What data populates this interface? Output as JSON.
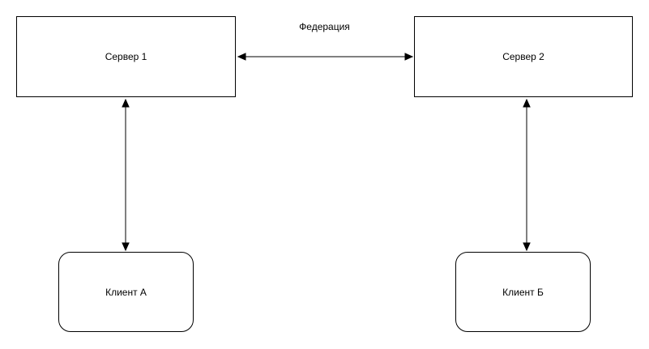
{
  "diagram": {
    "title": "",
    "nodes": {
      "server1": {
        "label": "Сервер 1",
        "shape": "rectangle"
      },
      "server2": {
        "label": "Сервер 2",
        "shape": "rectangle"
      },
      "clientA": {
        "label": "Клиент А",
        "shape": "rounded-rectangle"
      },
      "clientB": {
        "label": "Клиент Б",
        "shape": "rounded-rectangle"
      }
    },
    "edges": {
      "federation": {
        "label": "Федерация",
        "from": "server1",
        "to": "server2",
        "direction": "bidirectional"
      },
      "server1_clientA": {
        "label": "",
        "from": "server1",
        "to": "clientA",
        "direction": "bidirectional"
      },
      "server2_clientB": {
        "label": "",
        "from": "server2",
        "to": "clientB",
        "direction": "bidirectional"
      }
    },
    "colors": {
      "stroke": "#000000",
      "node_fill": "#ffffff",
      "text": "#000000",
      "background": "#ffffff"
    }
  }
}
